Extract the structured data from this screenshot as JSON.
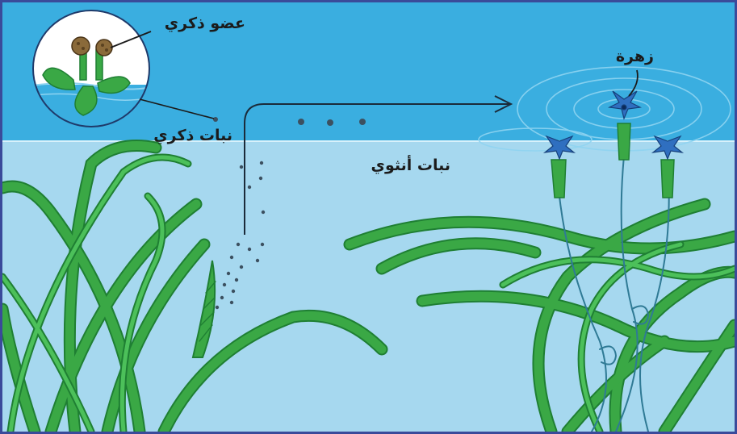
{
  "labels": {
    "male_organ": "عضو ذكري",
    "male_plant": "نبات ذكري",
    "female_plant": "نبات أنثوي",
    "flower": "زهرة"
  },
  "colors": {
    "surface_water": "#3aaee0",
    "underwater": "#a6d8ef",
    "leaf": "#3aa845",
    "leaf_dark": "#1f7f33",
    "flower": "#2f6fc0",
    "pollen": "#3c5060",
    "border": "#3a4a9a"
  },
  "icons": [
    "magnifier-circle-icon",
    "flow-arrow-icon",
    "pollen-dot-icon",
    "female-flower-icon",
    "ripple-icon"
  ]
}
